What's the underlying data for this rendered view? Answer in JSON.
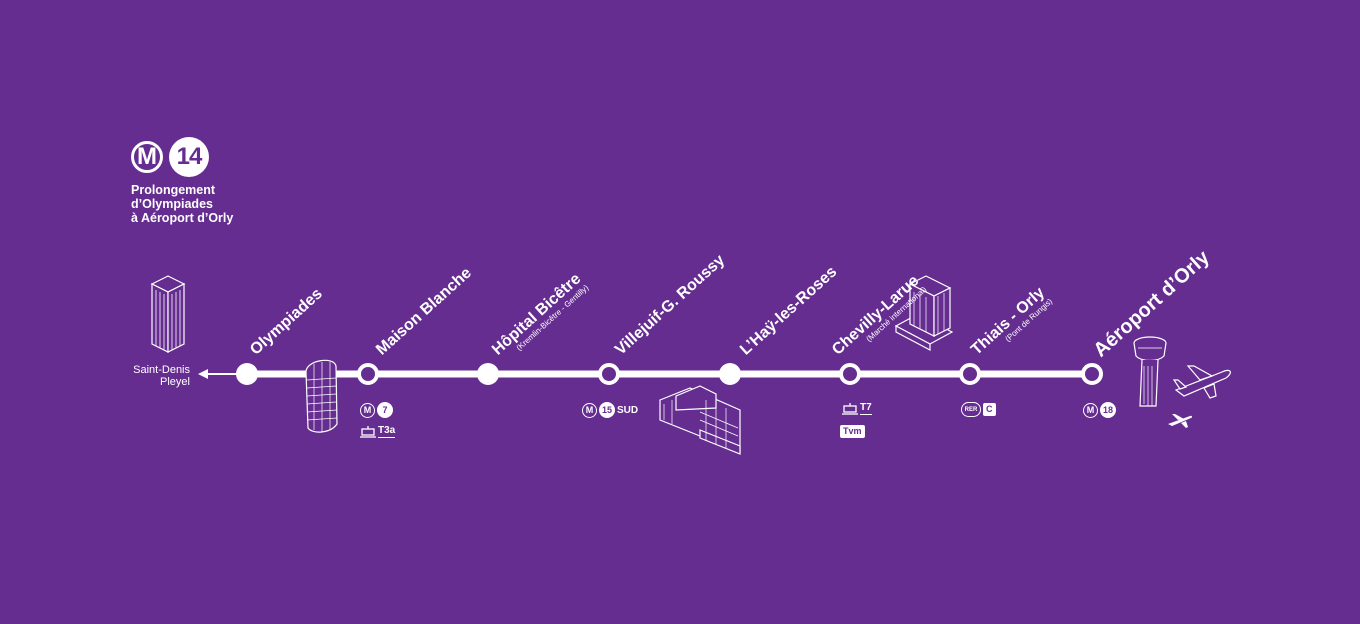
{
  "header": {
    "metro_symbol": "M",
    "line_number": "14",
    "subtitle_lines": [
      "Prolongement",
      "d’Olympiades",
      "à Aéroport d’Orly"
    ]
  },
  "terminus": {
    "lines": [
      "Saint-Denis",
      "Pleyel"
    ]
  },
  "colors": {
    "background": "#662d91",
    "line": "#ffffff"
  },
  "stations": [
    {
      "name": "Olympiades",
      "sub": "",
      "style": "existing",
      "connections": []
    },
    {
      "name": "Maison Blanche",
      "sub": "",
      "style": "interchange",
      "connections": [
        "M",
        "7",
        "T3a"
      ]
    },
    {
      "name": "Hôpital Bicêtre",
      "sub": "(Kremlin-Bicêtre - Gentilly)",
      "style": "new",
      "connections": []
    },
    {
      "name": "Villejuif-G. Roussy",
      "sub": "",
      "style": "interchange",
      "connections": [
        "M",
        "15",
        "SUD"
      ]
    },
    {
      "name": "L’Haÿ-les-Roses",
      "sub": "",
      "style": "new",
      "connections": []
    },
    {
      "name": "Chevilly-Larue",
      "sub": "(Marché international)",
      "style": "interchange",
      "connections": [
        "T7",
        "Tvm"
      ]
    },
    {
      "name": "Thiais - Orly",
      "sub": "(Pont de Rungis)",
      "style": "interchange",
      "connections": [
        "RER",
        "C"
      ]
    },
    {
      "name": "Aéroport d’Orly",
      "sub": "",
      "style": "interchange",
      "connections": [
        "M",
        "18"
      ]
    }
  ],
  "icons": [
    "skyscraper-icon",
    "round-tower-icon",
    "hospital-building-icon",
    "market-building-icon",
    "control-tower-icon",
    "airplane-icon"
  ]
}
